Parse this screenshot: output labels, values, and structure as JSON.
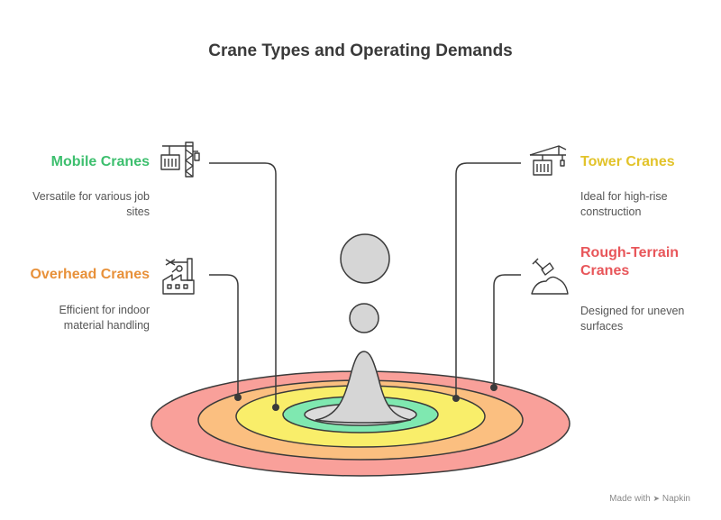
{
  "title": "Crane Types and Operating Demands",
  "items": [
    {
      "heading": "Mobile Cranes",
      "desc_line1": "Versatile for various job",
      "desc_line2": "sites",
      "icon": "mobile-crane-icon",
      "color": "#3dbf6e"
    },
    {
      "heading": "Overhead Cranes",
      "desc_line1": "Efficient for indoor",
      "desc_line2": "material handling",
      "icon": "overhead-crane-icon",
      "color": "#e8913a"
    },
    {
      "heading": "Tower Cranes",
      "desc_line1": "Ideal for high-rise",
      "desc_line2": "construction",
      "icon": "tower-crane-icon",
      "color": "#e2c32a"
    },
    {
      "heading_line1": "Rough-Terrain",
      "heading_line2": "Cranes",
      "desc_line1": "Designed for uneven",
      "desc_line2": "surfaces",
      "icon": "rough-terrain-icon",
      "color": "#e8565a"
    }
  ],
  "rings": [
    {
      "color": "#f9a09a"
    },
    {
      "color": "#fbbf80"
    },
    {
      "color": "#f9ee6a"
    },
    {
      "color": "#7fe8b0"
    }
  ],
  "footer": {
    "made_with": "Made with",
    "brand": "Napkin"
  }
}
